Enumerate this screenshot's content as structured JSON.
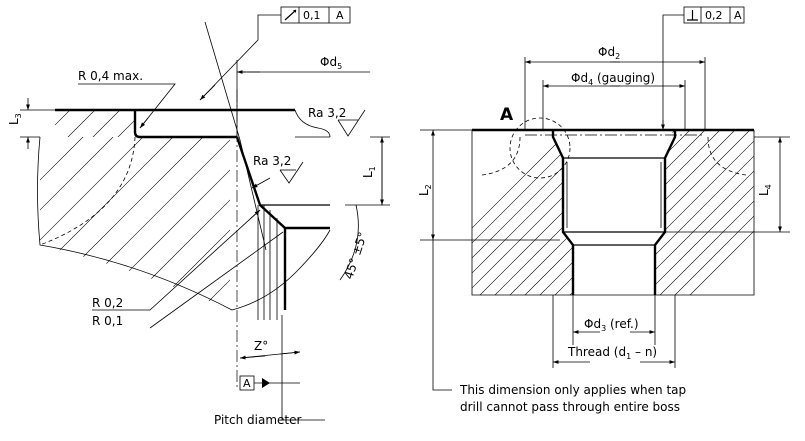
{
  "left": {
    "tol_frame": {
      "symbol": "runout-symbol",
      "value": "0,1",
      "datum": "A"
    },
    "r_max": "R 0,4 max.",
    "phi_d5": {
      "main": "Φd",
      "sub": "5"
    },
    "ra_top": "Ra 3,2",
    "ra_mid": "Ra 3,2",
    "l3": {
      "main": "L",
      "sub": "3"
    },
    "l1": {
      "main": "L",
      "sub": "1"
    },
    "angle": "45° ±5°",
    "r02": "R 0,2",
    "r01": "R 0,1",
    "z_angle": "Z°",
    "datum_box": "A",
    "pitch_diameter": "Pitch diameter"
  },
  "right": {
    "tol_frame": {
      "symbol": "perpendicularity-symbol",
      "value": "0,2",
      "datum": "A"
    },
    "phi_d2": {
      "main": "Φd",
      "sub": "2"
    },
    "phi_d4": {
      "main": "Φd",
      "sub": "4",
      "suffix": " (gauging)"
    },
    "detail_label": "A",
    "l2": {
      "main": "L",
      "sub": "2"
    },
    "l4": {
      "main": "L",
      "sub": "4"
    },
    "phi_d3": {
      "main": "Φd",
      "sub": "3",
      "suffix": " (ref.)"
    },
    "thread": {
      "prefix": "Thread (",
      "main": "d",
      "sub": "1",
      "suffix": " – n)"
    },
    "note_line1": "This dimension only applies when tap",
    "note_line2": "drill cannot pass through entire boss"
  }
}
